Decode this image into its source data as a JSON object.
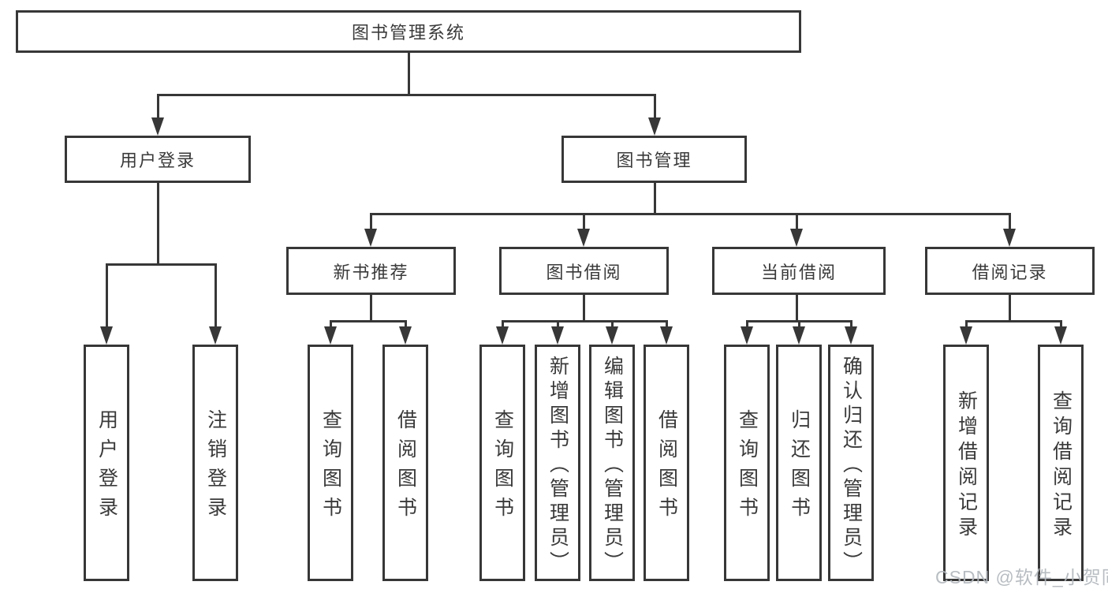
{
  "diagram": {
    "root": {
      "label": "图书管理系统"
    },
    "branches": [
      {
        "label": "用户登录",
        "children": [
          {
            "label": "用户登录"
          },
          {
            "label": "注销登录"
          }
        ]
      },
      {
        "label": "图书管理",
        "children": [
          {
            "label": "新书推荐",
            "children": [
              {
                "label": "查询图书"
              },
              {
                "label": "借阅图书"
              }
            ]
          },
          {
            "label": "图书借阅",
            "children": [
              {
                "label": "查询图书"
              },
              {
                "label": "新增图书（管理员）"
              },
              {
                "label": "编辑图书（管理员）"
              },
              {
                "label": "借阅图书"
              }
            ]
          },
          {
            "label": "当前借阅",
            "children": [
              {
                "label": "查询图书"
              },
              {
                "label": "归还图书"
              },
              {
                "label": "确认归还（管理员）"
              }
            ]
          },
          {
            "label": "借阅记录",
            "children": [
              {
                "label": "新增借阅记录"
              },
              {
                "label": "查询借阅记录"
              }
            ]
          }
        ]
      }
    ]
  },
  "watermark": {
    "text": "CSDN @软件_小贺同学"
  },
  "colors": {
    "line": "#373737",
    "text": "#3a3a3a",
    "watermark": "#b3b8bd",
    "background": "#ffffff"
  }
}
